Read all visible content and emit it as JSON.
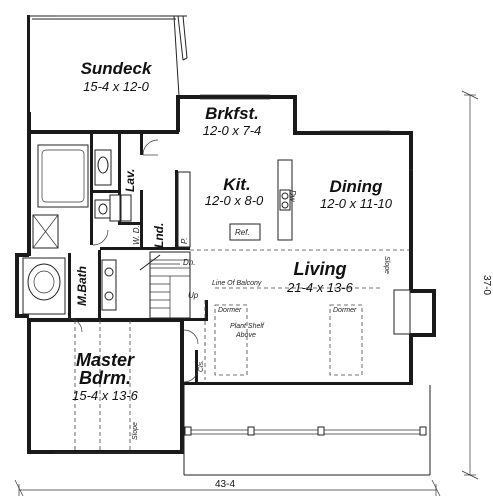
{
  "rooms": {
    "sundeck": {
      "name": "Sundeck",
      "dim": "15-4 x 12-0"
    },
    "breakfast": {
      "name": "Brkfst.",
      "dim": "12-0 x 7-4"
    },
    "kitchen": {
      "name": "Kit.",
      "dim": "12-0 x 8-0"
    },
    "dining": {
      "name": "Dining",
      "dim": "12-0 x 11-10"
    },
    "living": {
      "name": "Living",
      "dim": "21-4 x 13-6"
    },
    "master": {
      "name_line1": "Master",
      "name_line2": "Bdrm.",
      "dim": "15-4 x 13-6"
    }
  },
  "labels": {
    "lav": "Lav.",
    "laundry": "Lnd.",
    "washer_dryer": "W. D.",
    "master_bath": "M.Bath",
    "dishwasher": "Dw",
    "refrigerator": "Ref.",
    "pantry": "P.",
    "down": "Dn.",
    "up": "Up",
    "line_of_balcony": "Line Of Balcony",
    "dormer_left": "Dormer",
    "dormer_right": "Dormer",
    "plant_shelf_1": "Plant Shelf",
    "plant_shelf_2": "Above",
    "closet": "Cls.",
    "slope_living": "Slope",
    "slope_master": "Slope"
  },
  "dimensions": {
    "width": "43-4",
    "depth": "37-0"
  }
}
